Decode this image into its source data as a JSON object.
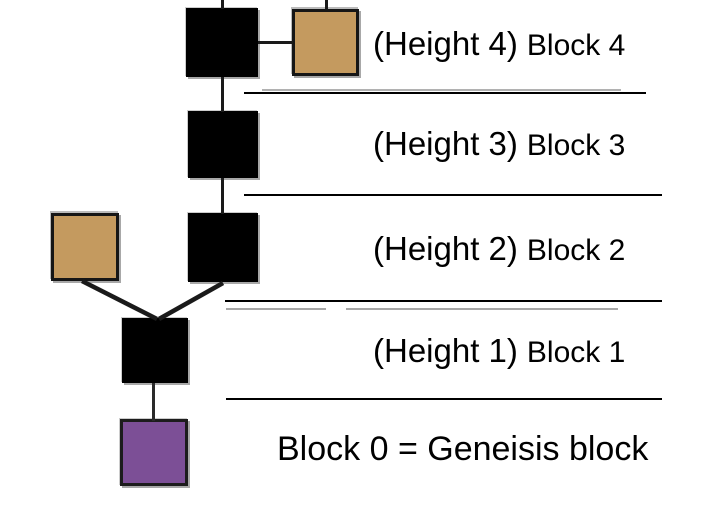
{
  "diagram": {
    "title": "blockchain-height-diagram",
    "background": "#ffffff",
    "palette": {
      "main_chain_block": "#000000",
      "fork_block": "#c49a5f",
      "genesis_block": "#7c4f96",
      "connector_line": "#1a1a1a",
      "separator_line": "#000000",
      "separator_light_line": "#979797",
      "text": "#000000"
    },
    "rows": [
      {
        "height_label": "(Height 4)",
        "block_label": "Block 4"
      },
      {
        "height_label": "(Height 3)",
        "block_label": "Block 3"
      },
      {
        "height_label": "(Height 2)",
        "block_label": "Block 2"
      },
      {
        "height_label": "(Height 1)",
        "block_label": "Block 1"
      }
    ],
    "genesis_caption": "Block 0 = Geneisis block",
    "blocks": [
      {
        "name": "block-height-4",
        "type": "main"
      },
      {
        "name": "fork-block-height-4",
        "type": "fork"
      },
      {
        "name": "block-height-3",
        "type": "main"
      },
      {
        "name": "block-height-2",
        "type": "main"
      },
      {
        "name": "fork-block-height-2",
        "type": "fork"
      },
      {
        "name": "block-height-1",
        "type": "main"
      },
      {
        "name": "genesis-block",
        "type": "genesis"
      }
    ]
  }
}
